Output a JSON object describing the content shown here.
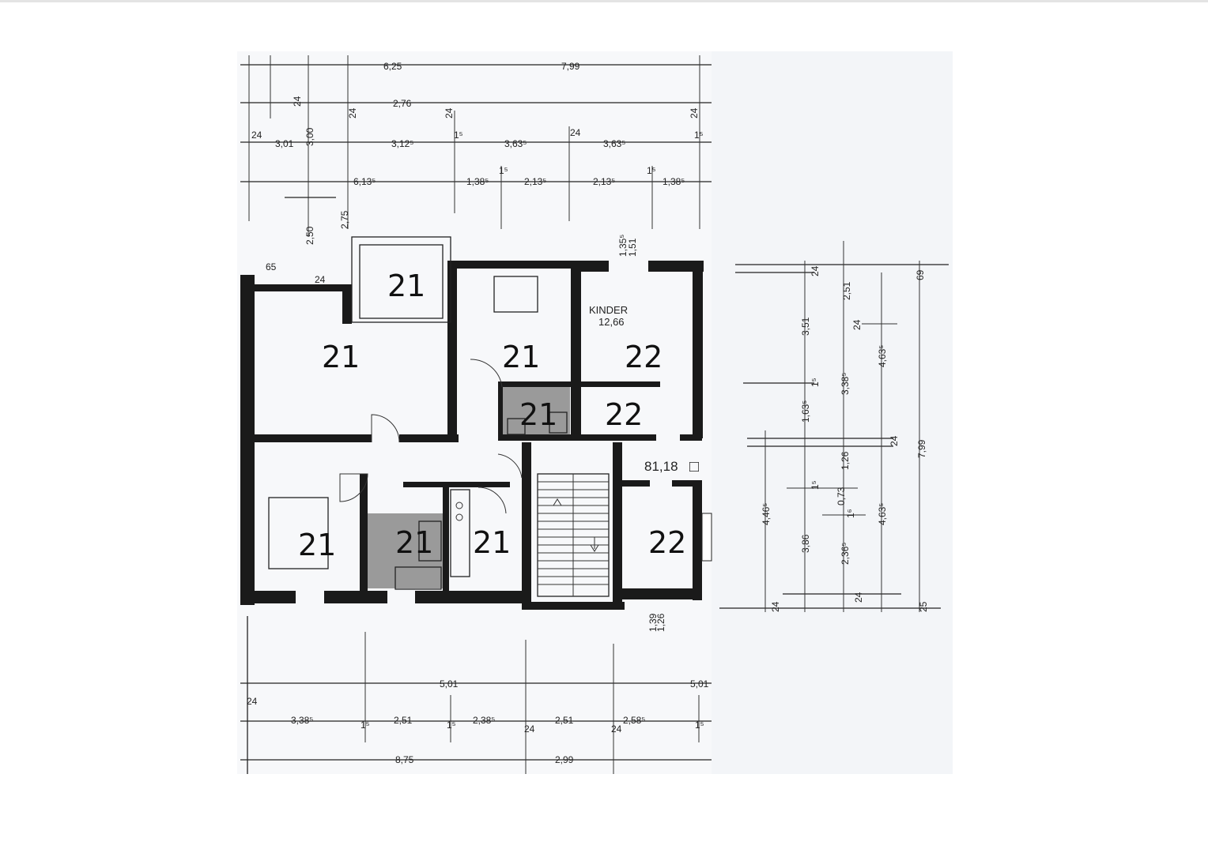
{
  "plan": {
    "rooms": [
      "21",
      "21",
      "21",
      "21",
      "21",
      "21",
      "21",
      "22",
      "22",
      "22"
    ],
    "kinder_label": "KINDER",
    "kinder_area": "12,66",
    "total_area": "81,18",
    "total_area_symbol": "□"
  },
  "dims": {
    "top": [
      "6,25",
      "7,99",
      "24",
      "2,76",
      "24",
      "24",
      "24",
      "24",
      "3,01",
      "3,00",
      "3,12⁵",
      "1⁵",
      "3,63⁵",
      "24",
      "3,63⁵",
      "1⁵",
      "6,13⁵",
      "1,38⁵",
      "1⁵",
      "2,13⁵",
      "2,13⁵",
      "1⁵",
      "1,38⁵",
      "2,50",
      "2,75",
      "1,35⁵",
      "1,51",
      "65",
      "24"
    ],
    "bottom": [
      "5,01",
      "5,01",
      "24",
      "3,38⁵",
      "1⁵",
      "2,51",
      "1⁵",
      "2,38⁵",
      "24",
      "2,51",
      "24",
      "2,58⁵",
      "1⁵",
      "8,75",
      "2,99",
      "1,39",
      "1,26"
    ],
    "right": [
      "24",
      "2,51",
      "69",
      "3,51",
      "24",
      "4,63⁵",
      "1⁵",
      "3,38⁵",
      "1,63⁵",
      "24",
      "7,99",
      "1,26",
      "1⁵",
      "0,73",
      "1⁶",
      "4,63⁵",
      "4,46⁵",
      "3,86",
      "2,36⁵",
      "24",
      "24",
      "25"
    ]
  }
}
